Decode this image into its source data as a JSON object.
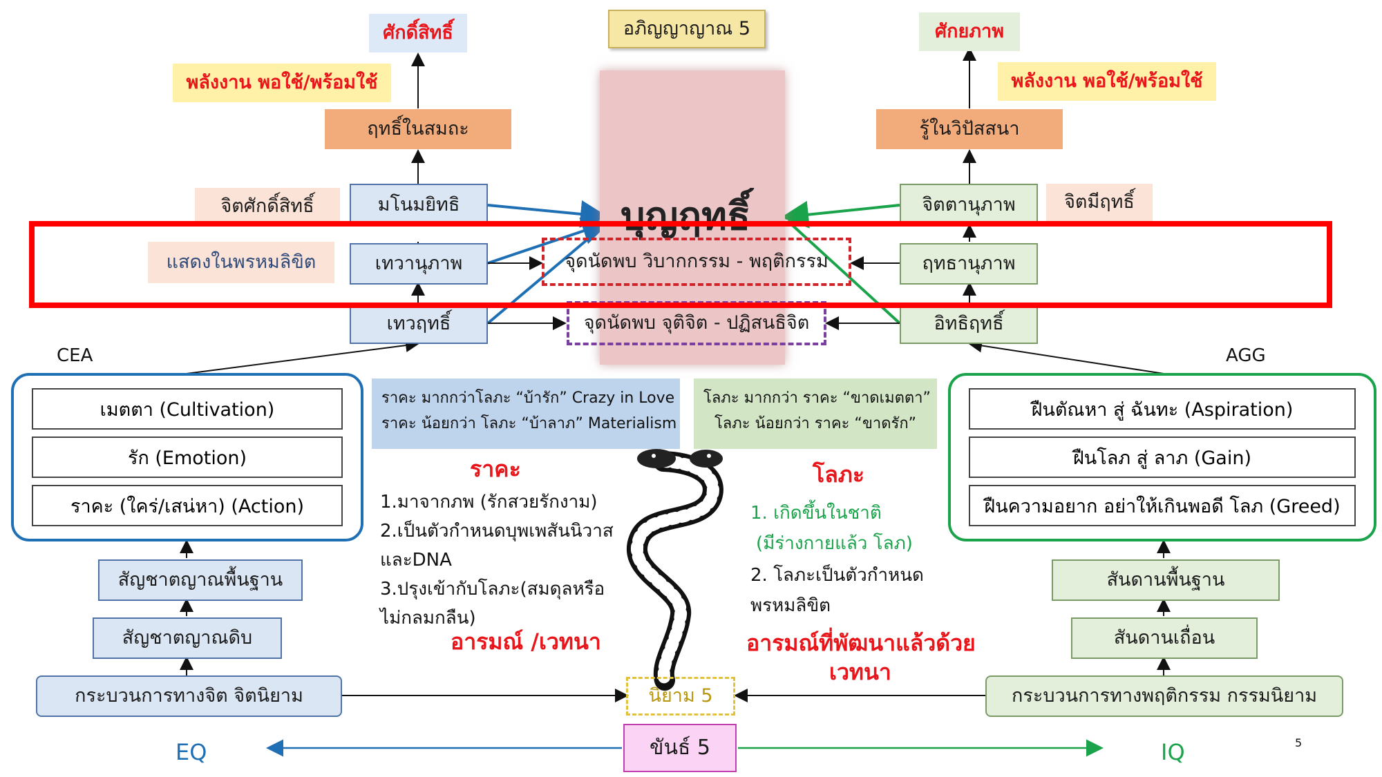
{
  "top": {
    "abhinna": "อภิญญาญาณ 5",
    "left_power": "ศักดิ์สิทธิ์",
    "right_power": "ศักยภาพ",
    "left_energy": "พลังงาน พอใช้/พร้อมใช้",
    "right_energy": "พลังงาน พอใช้/พร้อมใช้",
    "left_samatha": "ฤทธิ์ในสมถะ",
    "right_vipassana": "รู้ในวิปัสสนา"
  },
  "center": {
    "title": "บุญฤทธิ์",
    "meet1": "จุดนัดพบ วิบากกรรม - พฤติกรรม",
    "meet2": "จุดนัดพบ จุติจิต - ปฏิสนธิจิต"
  },
  "left_col": {
    "manomayiddhi": "มโนมยิทธิ",
    "devanubhava": "เทวานุภาพ",
    "devaiddhi": "เทวฤทธิ์",
    "label1": "จิตศักดิ์สิทธิ์",
    "label2": "แสดงในพรหมลิขิต"
  },
  "right_col": {
    "cittanubhava": "จิตตานุภาพ",
    "iddhanubhava": "ฤทธานุภาพ",
    "idhiiddhi": "อิทธิฤทธิ์",
    "label1": "จิตมีฤทธิ์"
  },
  "cea": {
    "label": "CEA",
    "items": [
      "เมตตา (Cultivation)",
      "รัก (Emotion)",
      "ราคะ (ใคร่/เสน่หา) (Action)"
    ]
  },
  "agg": {
    "label": "AGG",
    "items": [
      "ฝืนตัณหา สู่ ฉันทะ (Aspiration)",
      "ฝืนโลภ สู่ ลาภ (Gain)",
      "ฝืนความอยาก อย่าให้เกินพอดี โลภ (Greed)"
    ]
  },
  "notes": {
    "left": [
      "ราคะ มากกว่าโลภะ “บ้ารัก” Crazy in Love",
      "ราคะ น้อยกว่า โลภะ “บ้าลาภ” Materialism"
    ],
    "right": [
      "โลภะ มากกว่า ราคะ “ขาดเมตตา”",
      "โลภะ น้อยกว่า ราคะ “ขาดรัก”"
    ]
  },
  "raga": {
    "title": "ราคะ",
    "lines": [
      "1.มาจากภพ (รักสวยรักงาม)",
      "2.เป็นตัวกำหนดบุพเพสันนิวาส",
      "และDNA",
      "3.ปรุงเข้ากับโลภะ(สมดุลหรือ",
      "ไม่กลมกลืน)"
    ],
    "footer": "อารมณ์ /เวทนา"
  },
  "lobha": {
    "title": "โลภะ",
    "green_lines": [
      "1. เกิดขึ้นในชาติ",
      "(มีร่างกายแล้ว โลภ)"
    ],
    "lines": [
      "2. โลภะเป็นตัวกำหนด",
      "พรหมลิขิต"
    ],
    "footer1": "อารมณ์ที่พัฒนาแล้วด้วย",
    "footer2": "เวทนา"
  },
  "bottom_left": {
    "instinct_base": "สัญชาตญาณพื้นฐาน",
    "instinct_raw": "สัญชาตญาณดิบ",
    "process": "กระบวนการทางจิต จิตนิยาม"
  },
  "bottom_right": {
    "sandan_base": "สันดานพื้นฐาน",
    "sandan_wild": "สันดานเถื่อน",
    "process": "กระบวนการทางพฤติกรรม กรรมนิยาม"
  },
  "bottom": {
    "niyama": "นิยาม 5",
    "khandha": "ขันธ์ 5",
    "eq": "EQ",
    "iq": "IQ",
    "page": "5"
  },
  "colors": {
    "red": "#e8151b",
    "blue": "#1f6fb5",
    "green": "#1aa34a",
    "purple": "#7b3fa0"
  }
}
